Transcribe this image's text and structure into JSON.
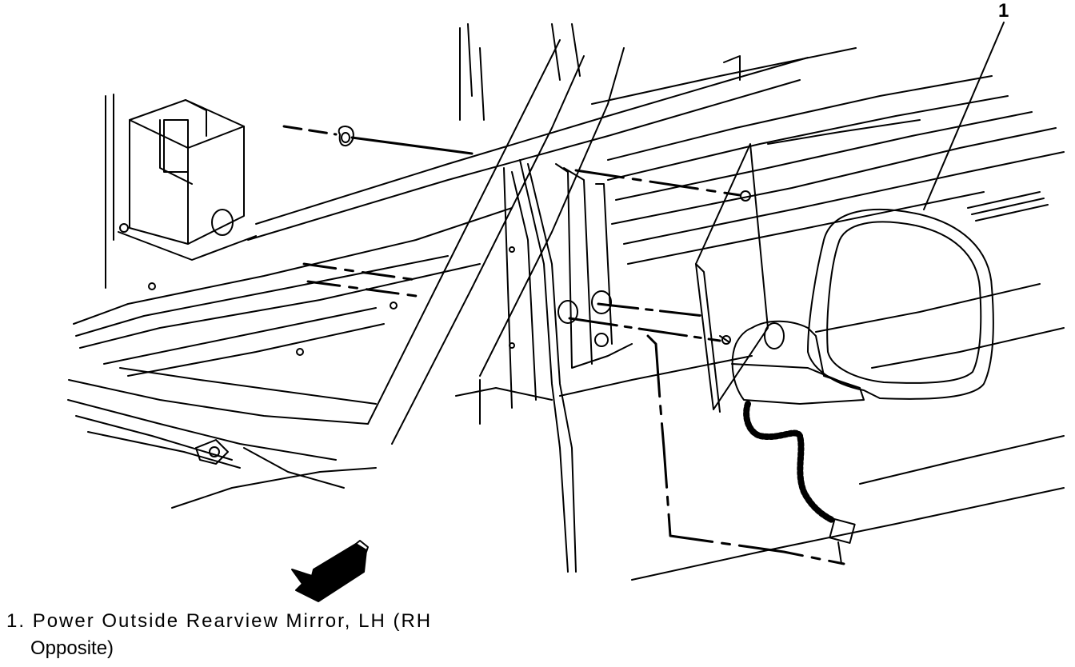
{
  "diagram": {
    "callouts": [
      {
        "number": "1"
      }
    ],
    "legend": {
      "items": [
        {
          "number": "1.",
          "text_line1": "Power Outside Rearview Mirror, LH (RH",
          "text_line2": "Opposite)"
        }
      ]
    },
    "icons": [
      "forward-direction-arrow-icon"
    ],
    "colors": {
      "ink": "#000000",
      "paper": "#ffffff"
    }
  }
}
